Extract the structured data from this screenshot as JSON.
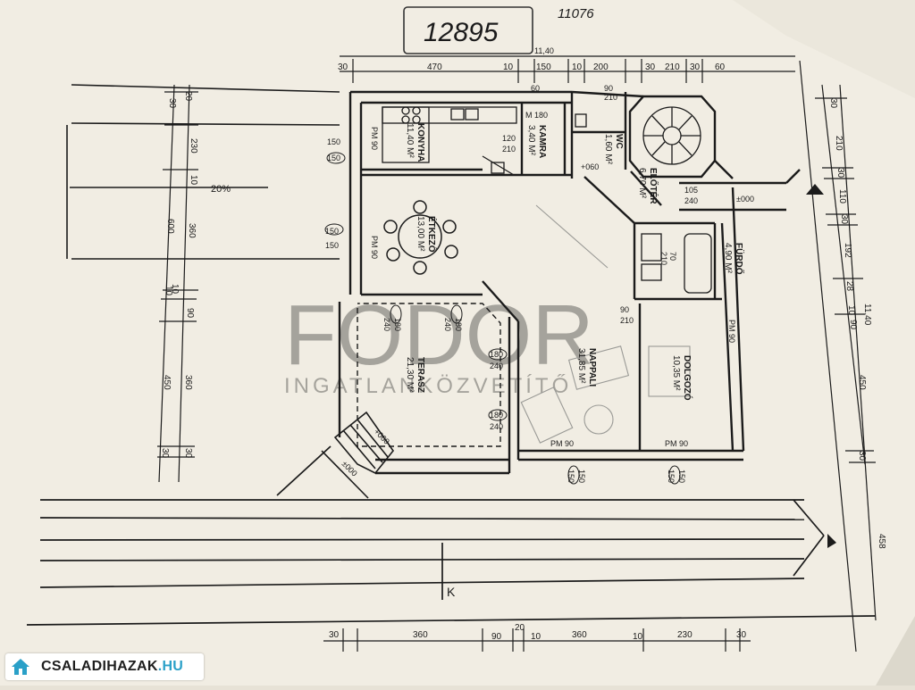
{
  "header": {
    "ref_number": "12895",
    "ref_number_corner": "11076"
  },
  "watermark": {
    "brand": "FODOR",
    "subtitle": "INGATLANKÖZVETÍTŐ"
  },
  "rooms": {
    "konyha": {
      "name": "KONYHA",
      "area": "11,40 M²"
    },
    "kamra": {
      "name": "KAMRA",
      "area": "3,40 M²"
    },
    "wc": {
      "name": "WC",
      "area": "1,60 M²"
    },
    "eloter": {
      "name": "ELŐTÉR",
      "area": "6,70 M²"
    },
    "etkezo": {
      "name": "ÉTKEZŐ",
      "area": "13,00 M²"
    },
    "furdo": {
      "name": "FÜRDŐ",
      "area": "4,90 M²"
    },
    "terasz": {
      "name": "TERASZ",
      "area": "21,30 M²"
    },
    "nappali": {
      "name": "NAPPALI",
      "area": "31,85 M²"
    },
    "dolgozo": {
      "name": "DOLGOZÓ",
      "area": "10,35 M²"
    }
  },
  "dimensions": {
    "top_total": "11,40",
    "top": [
      "30",
      "470",
      "10",
      "150",
      "10",
      "200",
      "30",
      "210",
      "30",
      "60"
    ],
    "bottom": [
      "30",
      "360",
      "90",
      "20",
      "10",
      "360",
      "10",
      "230",
      "30"
    ],
    "left_outer": [
      "30",
      "20",
      "600",
      "10",
      "90",
      "450",
      "30"
    ],
    "left_inner": [
      "230",
      "10",
      "360",
      "10",
      "360",
      "30"
    ],
    "right_outer": [
      "11,40",
      "458"
    ],
    "right_inner": [
      "30",
      "210",
      "30",
      "110",
      "30",
      "192",
      "28",
      "10",
      "90",
      "450",
      "30"
    ]
  },
  "annotations": {
    "slope": "20%",
    "kitchen_window": "PM 90",
    "kitchen_opening": "150",
    "kitchen_opening_h": "150",
    "etkezo_opening": "150",
    "etkezo_opening_h": "150",
    "etkezo_window": "PM 90",
    "kitchen_door": "120",
    "kitchen_door_h": "210",
    "pantry_door": "M 180",
    "wc_door": "60",
    "passage_door": "90",
    "passage_door_h": "210",
    "terasz_door1": "180",
    "terasz_door1_h": "240",
    "terasz_door2": "180",
    "terasz_door2_h": "240",
    "terasz_door3": "180",
    "terasz_door3_h": "240",
    "terasz_door4": "180",
    "terasz_door4_h": "240",
    "nappali_door": "90",
    "nappali_door_h": "210",
    "furdo_door": "70",
    "furdo_door_h": "210",
    "eloter_door": "105",
    "eloter_door_h": "240",
    "dolgozo_window": "PM 90",
    "dolgozo_side_window": "PM 90",
    "nappali_window": "PM 90",
    "win_bottom_left": "150",
    "win_bottom_left_h": "150",
    "win_bottom_right": "150",
    "win_bottom_right_h": "150",
    "level_entry": "±000",
    "level_terrace": "+060",
    "level_bottom": "±000",
    "level_eloter": "+060",
    "north": "K"
  },
  "site_badge": {
    "name": "CSALADIHAZAK",
    "tld": ".HU"
  },
  "colors": {
    "paper": "#f1ede3",
    "ink": "#1b1b1b",
    "pencil": "#9a9a96",
    "watermark": "#8e8e96",
    "badge_accent": "#2aa0c8"
  }
}
